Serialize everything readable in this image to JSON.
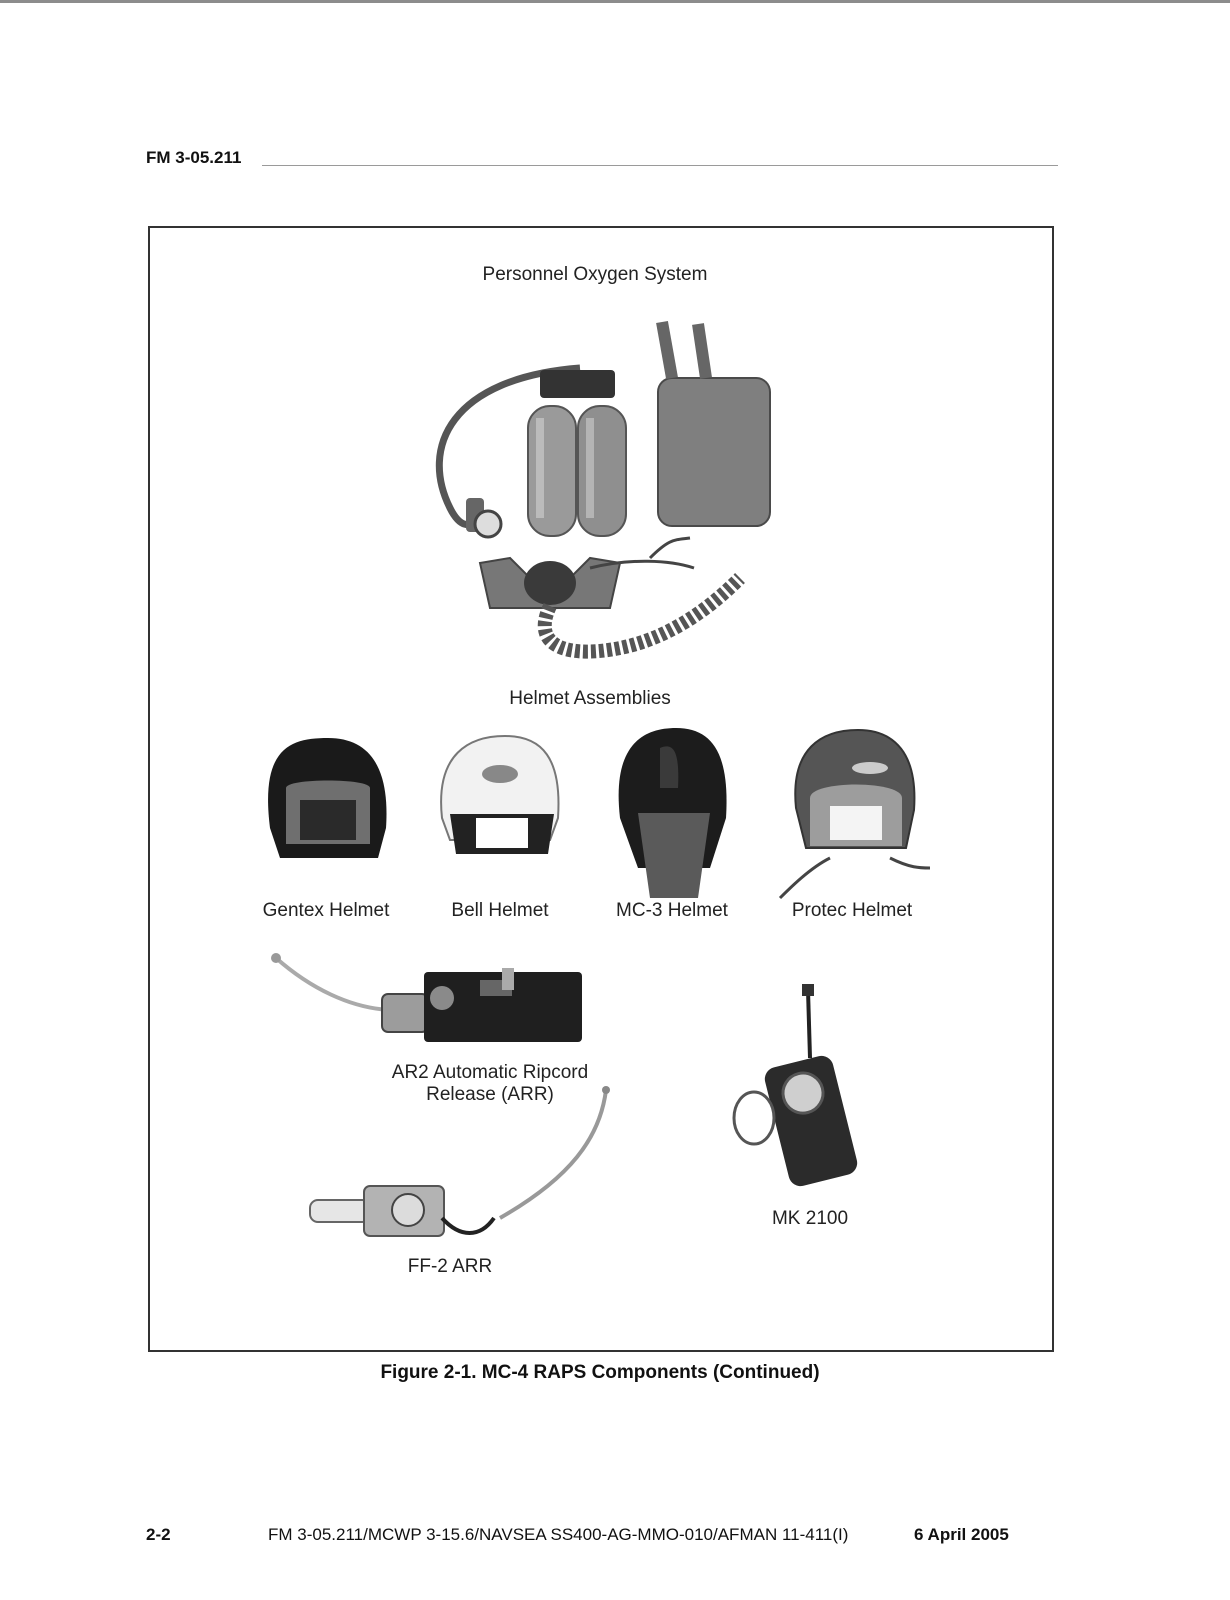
{
  "header": {
    "doc_id": "FM 3-05.211"
  },
  "figure": {
    "labels": {
      "oxygen_system": "Personnel Oxygen System",
      "helmet_assemblies": "Helmet Assemblies",
      "gentex": "Gentex Helmet",
      "bell": "Bell Helmet",
      "mc3": "MC-3 Helmet",
      "protec": "Protec Helmet",
      "ar2_line1": "AR2 Automatic Ripcord",
      "ar2_line2": "Release (ARR)",
      "mk2100": "MK 2100",
      "ff2": "FF-2 ARR"
    },
    "caption": "Figure 2-1. MC-4 RAPS Components (Continued)"
  },
  "footer": {
    "page": "2-2",
    "doc": "FM 3-05.211/MCWP 3-15.6/NAVSEA SS400-AG-MMO-010/AFMAN 11-411(I)",
    "date": "6 April 2005"
  }
}
